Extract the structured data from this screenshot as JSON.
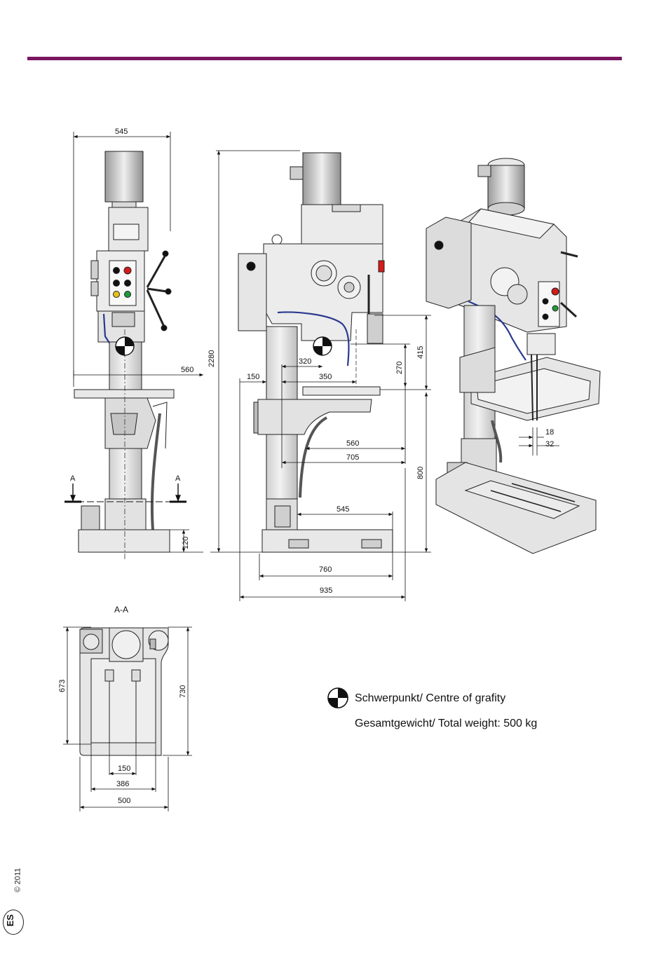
{
  "colors": {
    "accent_rule": "#7a1660",
    "metal": "#e6e6e6",
    "shade": "#bfbfbf",
    "coolant_hose": "#2a3a8f",
    "button_red": "#d41a1a",
    "button_green": "#1f9a3a",
    "button_yellow": "#e2c21a"
  },
  "front_view": {
    "dims": {
      "width_545": "545",
      "table_560": "560",
      "base_height_120": "120",
      "section_a_left": "A",
      "section_a_right": "A"
    }
  },
  "side_view": {
    "dims": {
      "total_height": "2280",
      "d320": "320",
      "d150": "150",
      "d350": "350",
      "d270": "270",
      "d415": "415",
      "d560": "560",
      "d705": "705",
      "d800": "800",
      "d545": "545",
      "d760": "760",
      "d935": "935"
    }
  },
  "iso_view": {
    "dims": {
      "d18": "18",
      "d32": "32"
    }
  },
  "section_view": {
    "title": "A-A",
    "dims": {
      "d673": "673",
      "d730": "730",
      "d150": "150",
      "d386": "386",
      "d500": "500"
    }
  },
  "legend": {
    "cog_label": "Schwerpunkt/ Centre of grafity",
    "weight_label": "Gesamtgewicht/ Total weight: 500 kg"
  },
  "footer": {
    "copyright": "© 2011",
    "badge": "ES"
  }
}
